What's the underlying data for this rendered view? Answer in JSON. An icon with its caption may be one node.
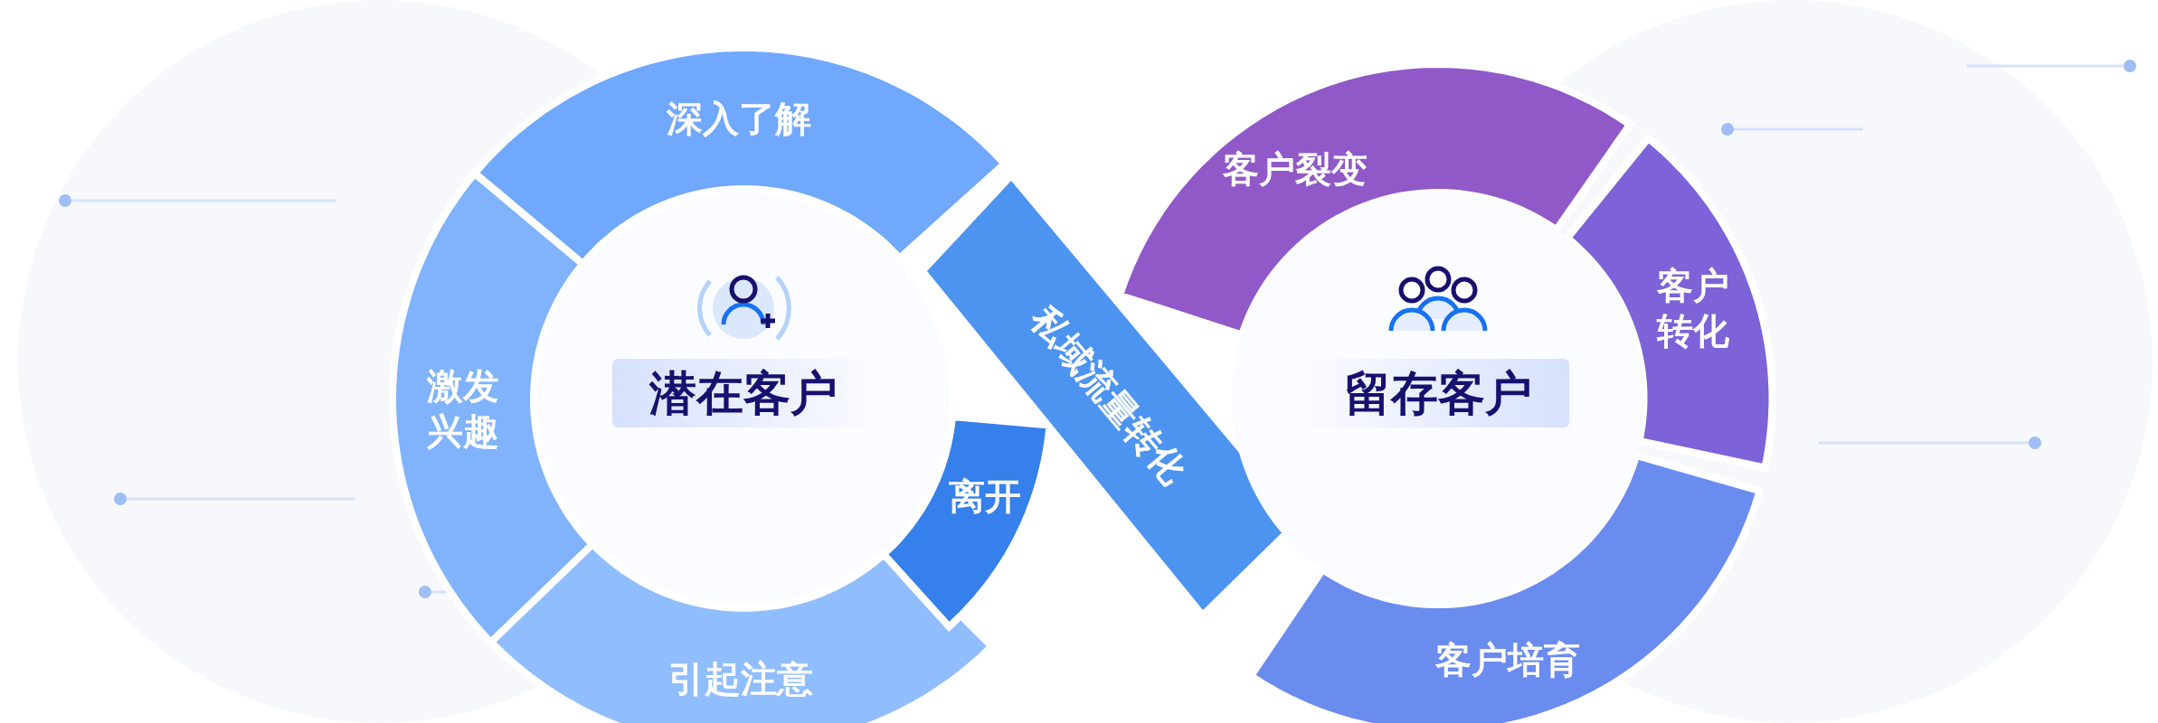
{
  "diagram": {
    "nodes": [
      {
        "text": [
          "深入了解"
        ]
      },
      {
        "text": [
          "激发兴趣"
        ]
      },
      {
        "text": [
          "引起注意"
        ]
      },
      {
        "text": [
          "离开"
        ]
      },
      {
        "text": [
          "潜在客户"
        ]
      },
      {
        "text": [
          "私域流量转化"
        ]
      },
      {
        "text": [
          "客户裂变"
        ]
      },
      {
        "text": [
          "客户转化"
        ]
      },
      {
        "text": [
          "客户培育"
        ]
      },
      {
        "text": [
          "留存客户"
        ]
      }
    ]
  }
}
